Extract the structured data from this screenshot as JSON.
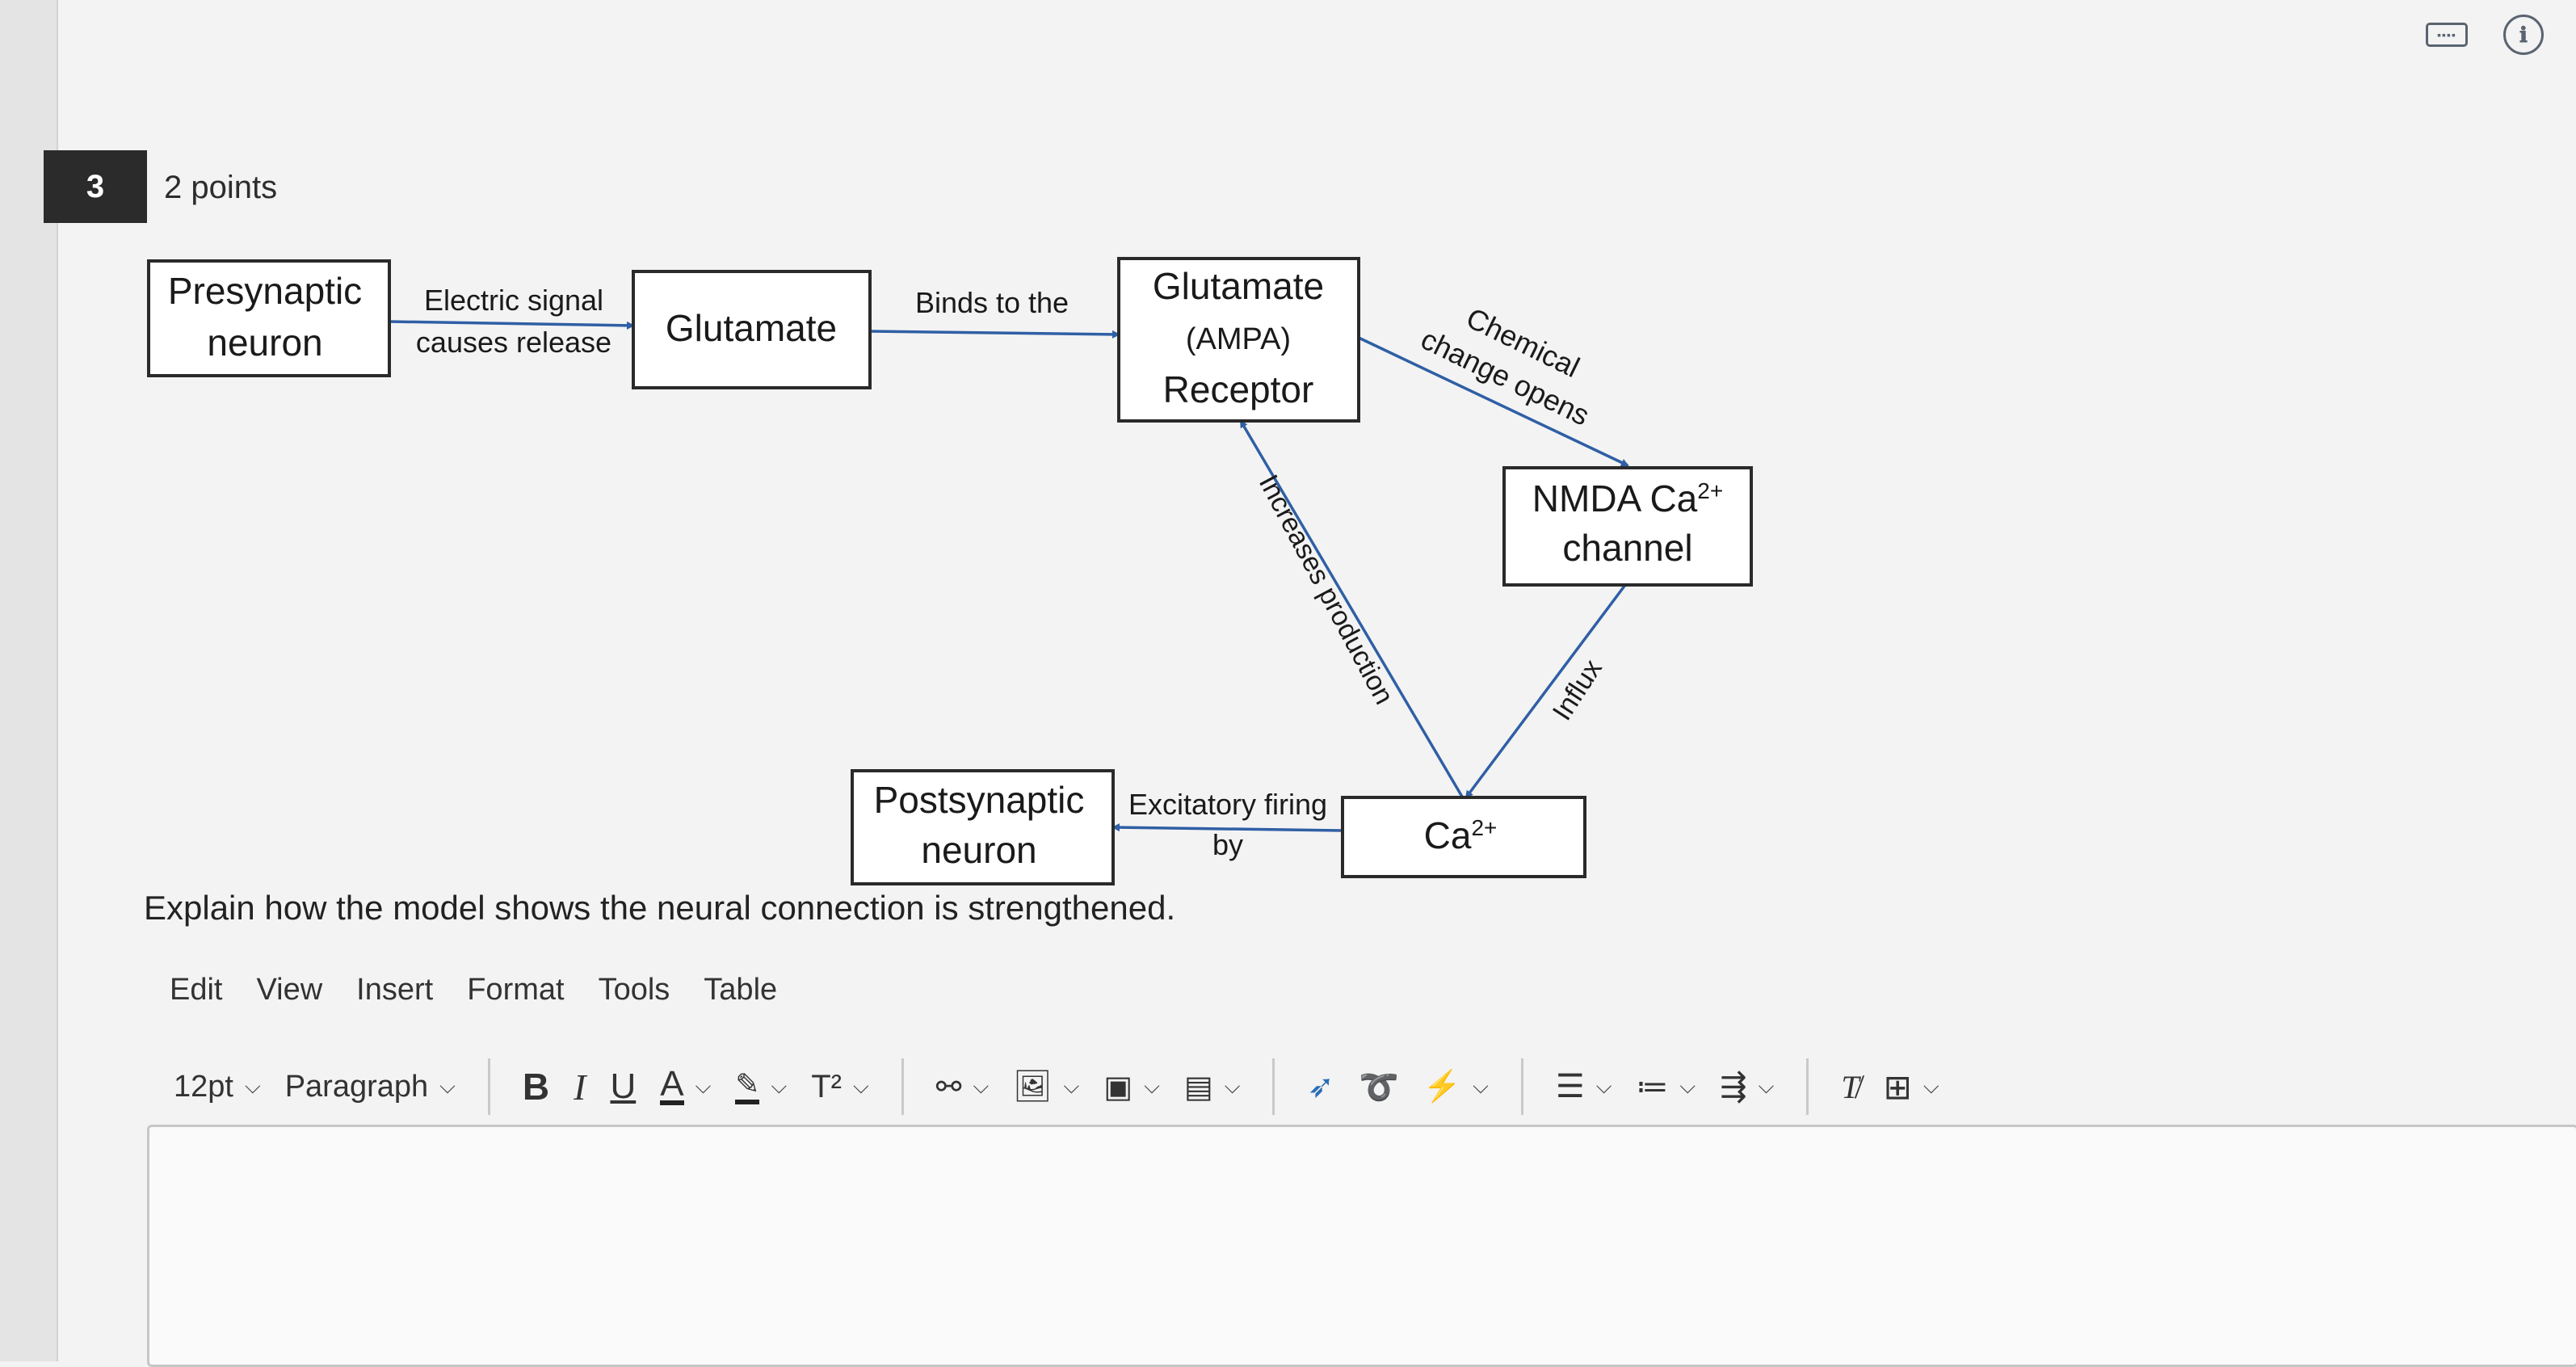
{
  "question": {
    "number": "3",
    "points": "2 points"
  },
  "diagram": {
    "nodes": {
      "presynaptic": [
        "Presynaptic",
        "neuron"
      ],
      "glutamate": "Glutamate",
      "receptor": [
        "Glutamate",
        "(AMPA)",
        "Receptor"
      ],
      "nmda": [
        "NMDA Ca",
        "2+",
        "channel"
      ],
      "ca": [
        "Ca",
        "2+"
      ],
      "postsynaptic": [
        "Postsynaptic",
        "neuron"
      ]
    },
    "edges": {
      "release": [
        "Electric signal",
        "causes release"
      ],
      "binds": "Binds to the",
      "chemical": [
        "Chemical",
        "change opens"
      ],
      "influx": "Influx",
      "increases": "Increases production",
      "firing": [
        "Excitatory firing",
        "by"
      ]
    }
  },
  "prompt": "Explain how the model shows the neural connection is strengthened.",
  "menu": [
    "Edit",
    "View",
    "Insert",
    "Format",
    "Tools",
    "Table"
  ],
  "toolbar": {
    "font_size": "12pt",
    "block_format": "Paragraph"
  },
  "colors": {
    "arrow": "#2f5fa5",
    "text_color_bar": "#222222",
    "highlight_bar": "#222222"
  }
}
